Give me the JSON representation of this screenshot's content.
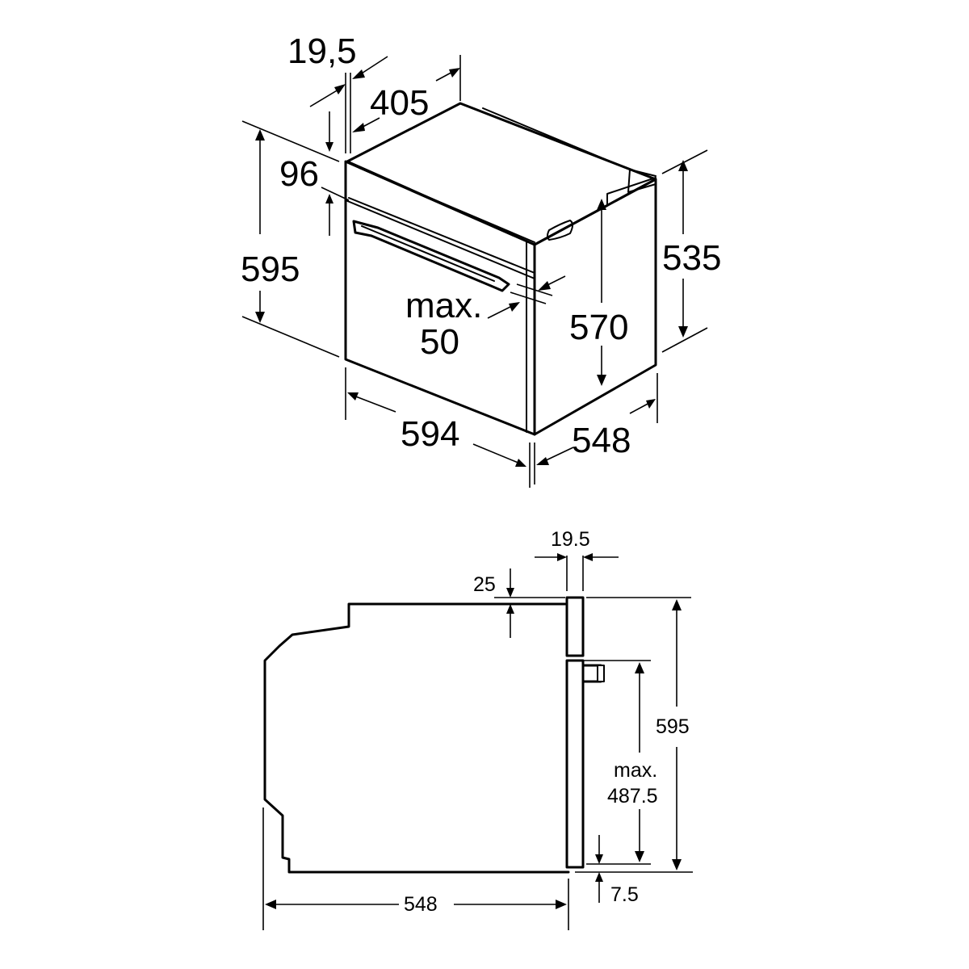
{
  "top_view": {
    "dim_19_5": "19,5",
    "dim_405": "405",
    "dim_96": "96",
    "dim_595": "595",
    "dim_535": "535",
    "dim_570": "570",
    "dim_max_line1": "max.",
    "dim_max_line2": "50",
    "dim_594": "594",
    "dim_548": "548"
  },
  "side_view": {
    "dim_19_5": "19.5",
    "dim_25": "25",
    "dim_595": "595",
    "dim_max_line1": "max.",
    "dim_max_line2": "487.5",
    "dim_7_5": "7.5",
    "dim_548": "548"
  }
}
